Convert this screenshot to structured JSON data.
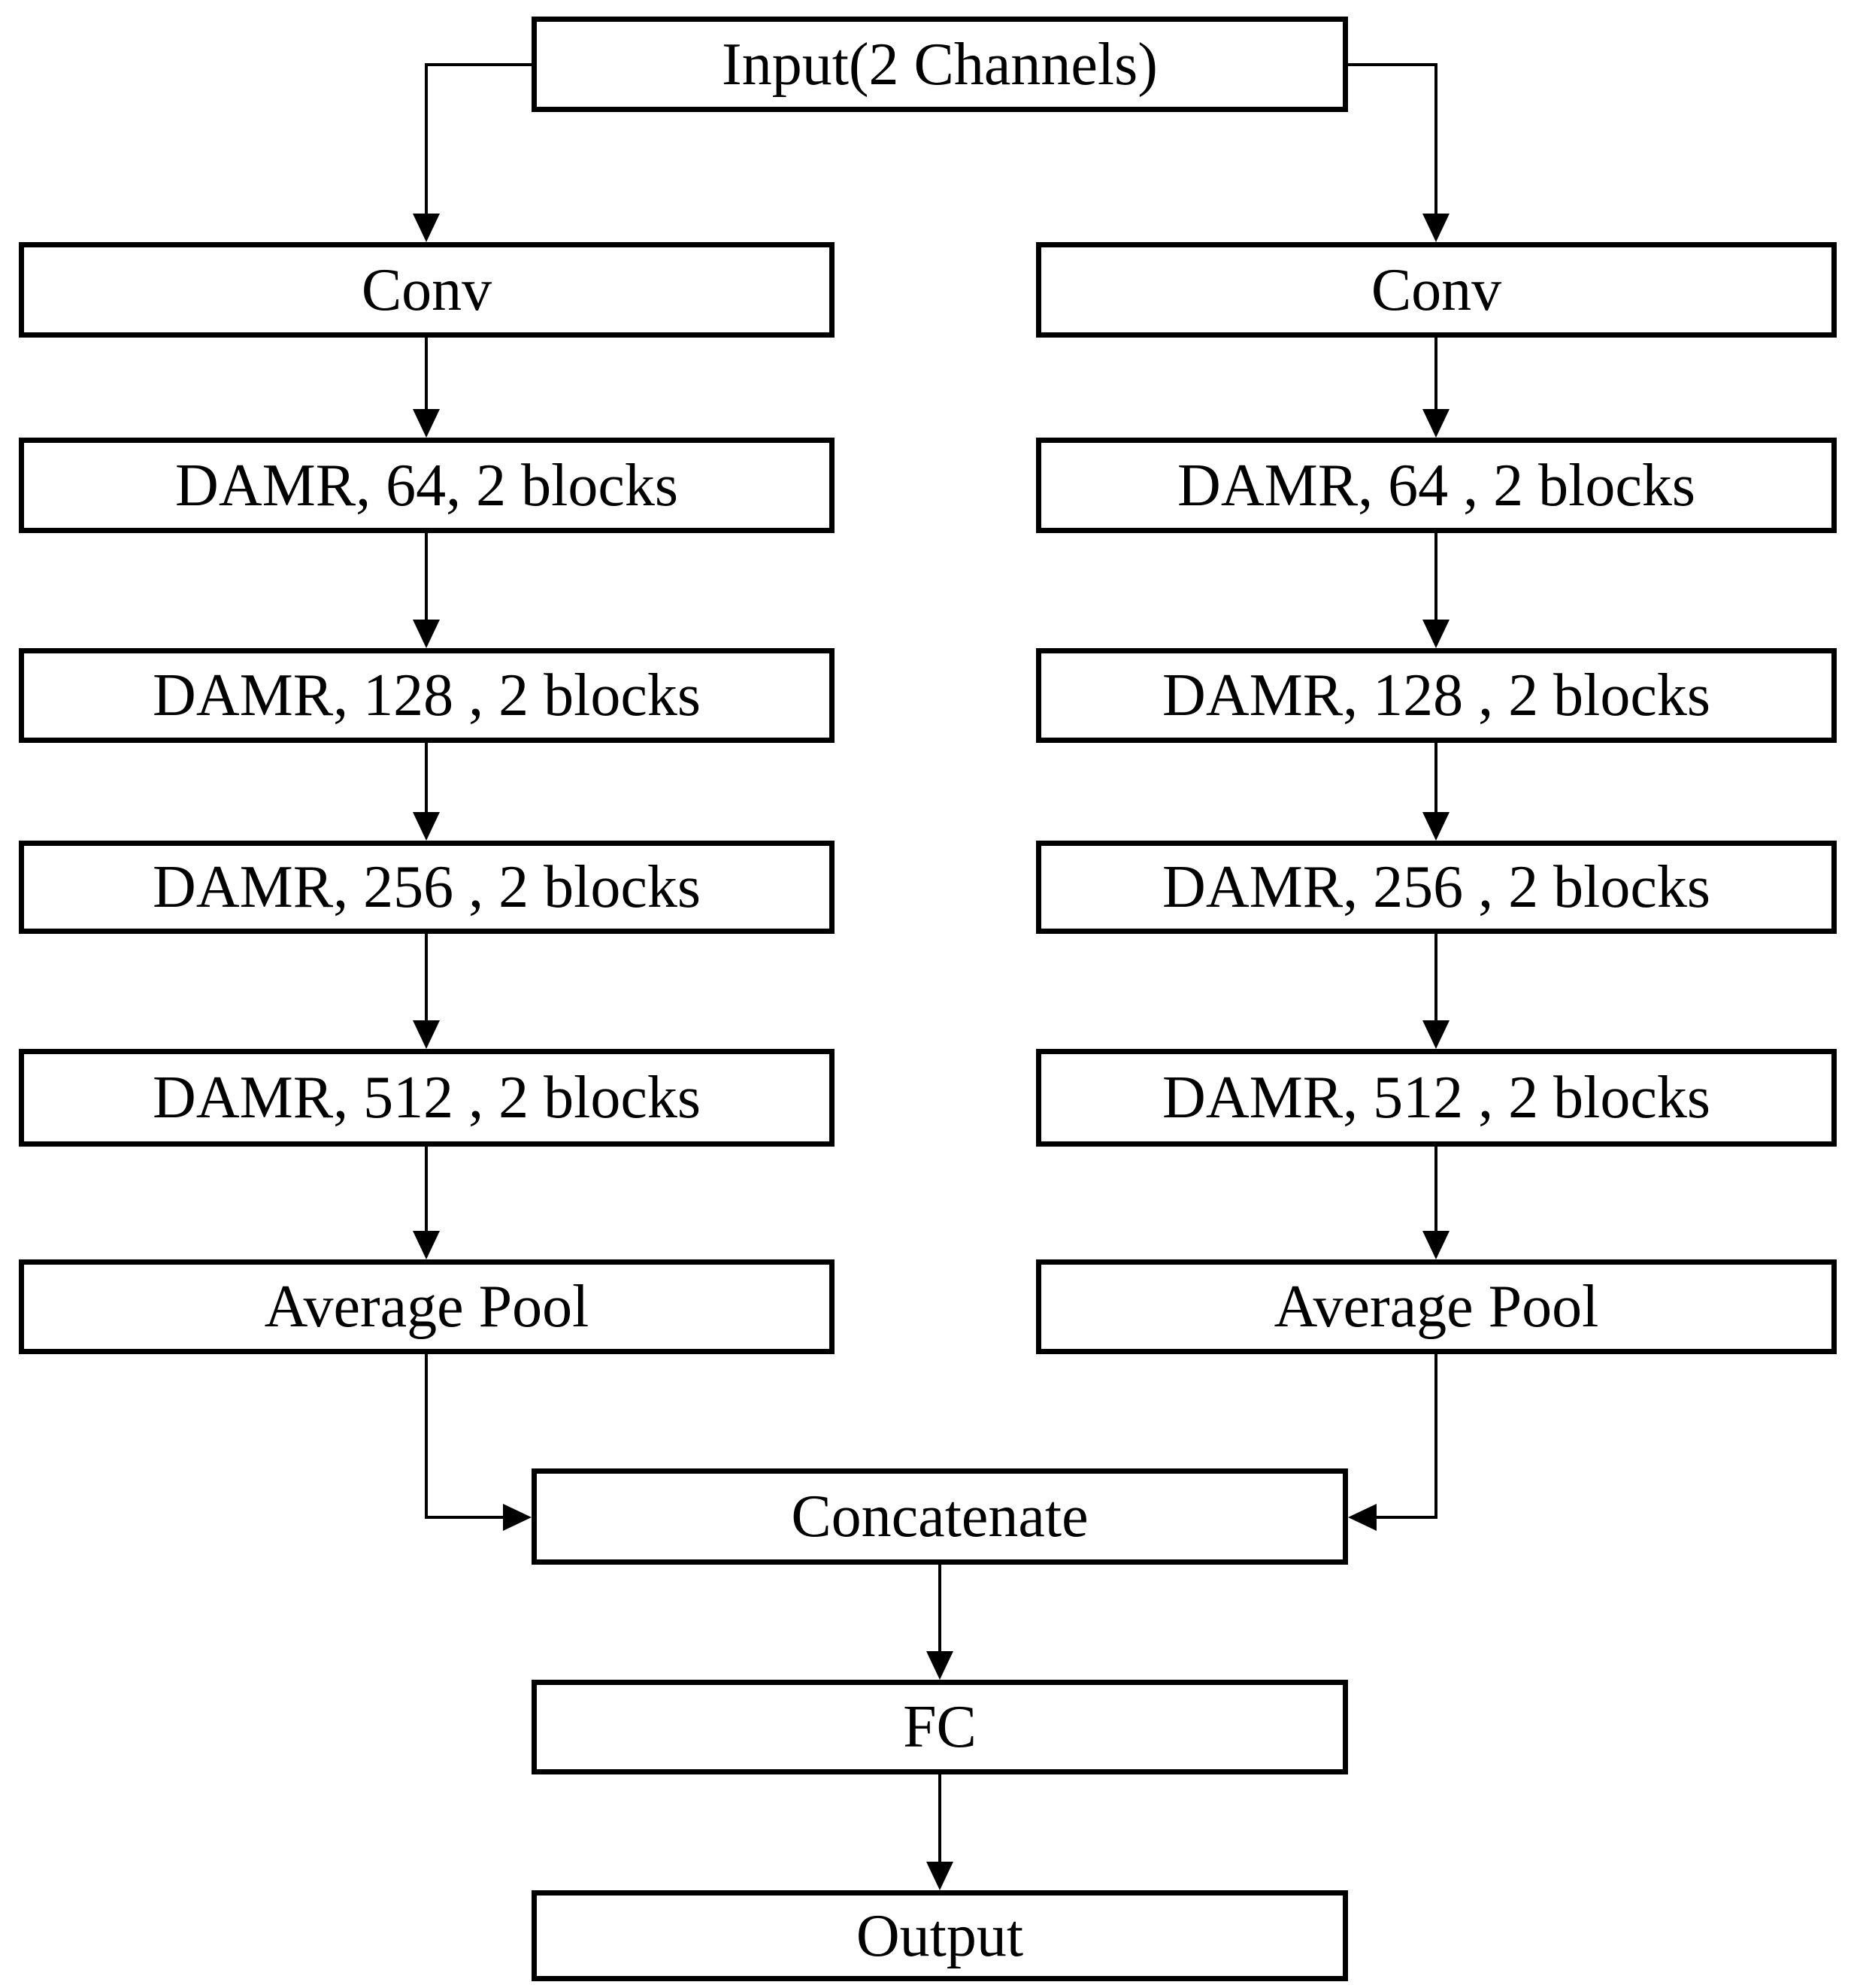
{
  "diagram": {
    "type": "flowchart",
    "background_color": "#ffffff",
    "box_fill_color": "#ffffff",
    "box_border_color": "#000000",
    "text_color": "#000000",
    "nodes": {
      "input": "Input(2 Channels)",
      "left_branch": {
        "conv": "Conv",
        "damr64": "DAMR, 64, 2 blocks",
        "damr128": "DAMR, 128 , 2 blocks",
        "damr256": "DAMR, 256 , 2 blocks",
        "damr512": "DAMR, 512 , 2 blocks",
        "avgpool": "Average Pool"
      },
      "right_branch": {
        "conv": "Conv",
        "damr64": "DAMR, 64 , 2 blocks",
        "damr128": "DAMR, 128 , 2 blocks",
        "damr256": "DAMR, 256 , 2 blocks",
        "damr512": "DAMR, 512 , 2 blocks",
        "avgpool": "Average Pool"
      },
      "tail": {
        "concatenate": "Concatenate",
        "fc": "FC",
        "output": "Output"
      }
    },
    "edges": [
      "input -> left conv",
      "input -> right conv",
      "left conv -> left damr64",
      "left damr64 -> left damr128",
      "left damr128 -> left damr256",
      "left damr256 -> left damr512",
      "left damr512 -> left avgpool",
      "right conv -> right damr64",
      "right damr64 -> right damr128",
      "right damr128 -> right damr256",
      "right damr256 -> right damr512",
      "right damr512 -> right avgpool",
      "left avgpool -> concatenate",
      "right avgpool -> concatenate",
      "concatenate -> fc",
      "fc -> output"
    ]
  }
}
